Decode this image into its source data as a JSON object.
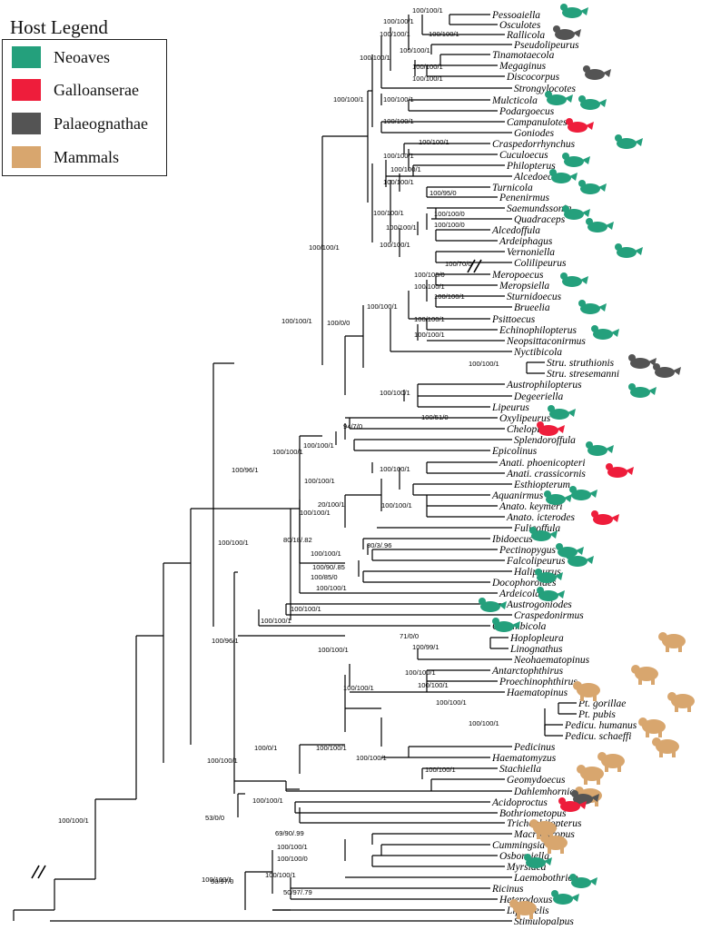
{
  "legend": {
    "title": "Host Legend",
    "items": [
      {
        "label": "Neoaves",
        "color": "#24a07c"
      },
      {
        "label": "Galloanserae",
        "color": "#ee1d3b"
      },
      {
        "label": "Palaeognathae",
        "color": "#545454"
      },
      {
        "label": "Mammals",
        "color": "#d8a66e"
      }
    ]
  },
  "taxa": [
    "Pessoaiella",
    "Osculotes",
    "Rallicola",
    "Pseudolipeurus",
    "Tinamotaecola",
    "Megaginus",
    "Discocorpus",
    "Strongylocotes",
    "Mulcticola",
    "Podargoecus",
    "Campanulotes",
    "Goniodes",
    "Craspedorrhynchus",
    "Cuculoecus",
    "Philopterus",
    "Alcedoecus",
    "Turnicola",
    "Penenirmus",
    "Saemundssonia",
    "Quadraceps",
    "Alcedoffula",
    "Ardeiphagus",
    "Vernoniella",
    "Colilipeurus",
    "Meropoecus",
    "Meropsiella",
    "Sturnidoecus",
    "Brueelia",
    "Psittoecus",
    "Echinophilopterus",
    "Neopsittaconirmus",
    "Nyctibicola",
    "Stru. struthionis",
    "Stru. stresemanni",
    "Austrophilopterus",
    "Degeeriella",
    "Lipeurus",
    "Oxylipeurus",
    "Chelopistes",
    "Splendoroffula",
    "Epicolinus",
    "Anati. phoenicopteri",
    "Anati. crassicornis",
    "Esthiopterum",
    "Aquanirmus",
    "Anato. keymeri",
    "Anato. icterodes",
    "Fulicoffula",
    "Ibidoecus",
    "Pectinopygus",
    "Falcolipeurus",
    "Halipeurus",
    "Docophoroides",
    "Ardeicola",
    "Austrogoniodes",
    "Craspedonirmus",
    "Columbicola",
    "Hoplopleura",
    "Linognathus",
    "Neohaematopinus",
    "Antarctophthirus",
    "Proechinophthirus",
    "Haematopinus",
    "Pt. gorillae",
    "Pt. pubis",
    "Pedicu. humanus",
    "Pedicu. schaeffi",
    "Pedicinus",
    "Haematomyzus",
    "Stachiella",
    "Geomydoecus",
    "Dahlemhornia",
    "Acidoproctus",
    "Bothriometopus",
    "Trichophilopterus",
    "Macrogyropus",
    "Cummingsia",
    "Osborniella",
    "Myrsidea",
    "Laemobothrion",
    "Ricinus",
    "Heterodoxus",
    "Liposcelis",
    "Stimulopalpus"
  ],
  "supports": [
    "100/100/1",
    "100/100/1",
    "100/100/1",
    "100/100/1",
    "100/100/1",
    "100/100/1",
    "100/100/1",
    "100/100/1",
    "100/100/1",
    "100/100/1",
    "100/100/1",
    "100/100/1",
    "100/100/1",
    "100/100/1",
    "100/100/1",
    "100/95/0",
    "100/100/1",
    "100/100/0",
    "100/100/0",
    "100/100/1",
    "100/100/1",
    "100/70/0",
    "100/100/0",
    "100/100/1",
    "100/100/1",
    "100/100/1",
    "100/100/1",
    "100/100/1",
    "100/0/0",
    "100/100/1",
    "100/100/1",
    "100/100/1",
    "100/100/1",
    "100/51/0",
    "94/7/0",
    "100/100/1",
    "100/100/1",
    "100/100/1",
    "20/100/1",
    "100/100/1",
    "100/100/1",
    "80/18/.82",
    "80/3/.96",
    "100/100/1",
    "100/90/.85",
    "100/85/0",
    "100/100/1",
    "100/100/1",
    "100/100/1",
    "100/96/1",
    "100/100/1",
    "100/96/1",
    "71/0/0",
    "100/99/1",
    "100/100/1",
    "100/100/1",
    "100/100/1",
    "100/100/1",
    "100/100/1",
    "100/100/1",
    "100/100/1",
    "100/0/1",
    "100/100/1",
    "100/100/1",
    "100/100/1",
    "53/0/0",
    "100/100/1",
    "69/90/.99",
    "100/100/1",
    "100/100/0",
    "100/100/1",
    "100/100/1",
    "50/97/.79",
    "50/97/0",
    "100/100/1",
    "100/100/1"
  ]
}
